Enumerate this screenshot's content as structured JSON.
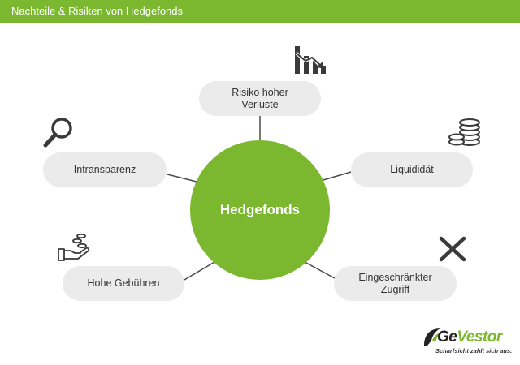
{
  "header": {
    "title": "Nachteile & Risiken von Hedgefonds"
  },
  "center": {
    "label": "Hedgefonds"
  },
  "nodes": [
    {
      "label": "Risiko hoher\nVerluste",
      "icon": "falling-chart-icon"
    },
    {
      "label": "Liquididät",
      "icon": "coin-stack-icon"
    },
    {
      "label": "Eingeschränkter\nZugriff",
      "icon": "x-cross-icon"
    },
    {
      "label": "Hohe Gebühren",
      "icon": "hand-coins-icon"
    },
    {
      "label": "Intransparenz",
      "icon": "magnifier-icon"
    }
  ],
  "logo": {
    "brand_part1": "Ge",
    "brand_part2": "Vestor",
    "slogan": "Scharfsicht zahlt sich aus."
  },
  "colors": {
    "accent": "#7cb82f",
    "pill": "#ebebeb",
    "line": "#4a4a4a",
    "icon": "#3a3a3a"
  }
}
